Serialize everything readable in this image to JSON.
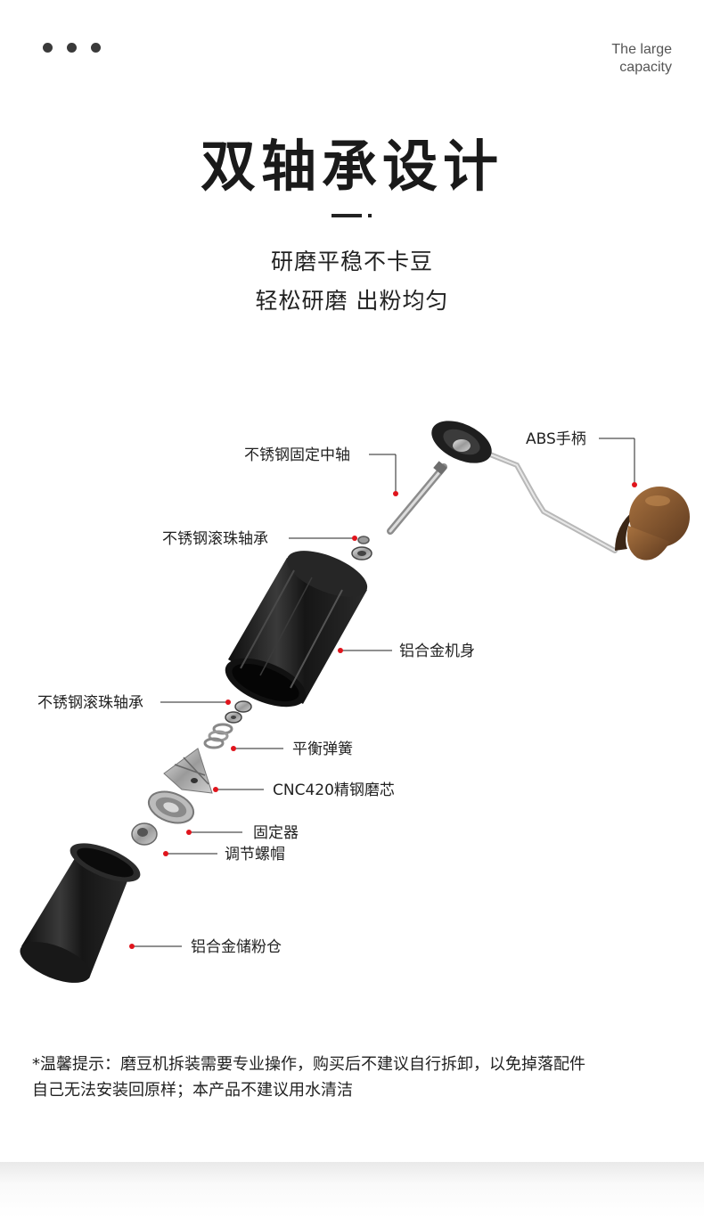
{
  "header": {
    "tagline_line1": "The large",
    "tagline_line2": "capacity"
  },
  "title": "双轴承设计",
  "subtitle_line1": "研磨平稳不卡豆",
  "subtitle_line2": "轻松研磨 出粉均匀",
  "parts": {
    "abs_handle": "ABS手柄",
    "steel_shaft": "不锈钢固定中轴",
    "bearing_top": "不锈钢滚珠轴承",
    "aluminum_body": "铝合金机身",
    "bearing_bottom": "不锈钢滚珠轴承",
    "spring": "平衡弹簧",
    "burr": "CNC420精钢磨芯",
    "fixer": "固定器",
    "adjust_nut": "调节螺帽",
    "powder_cup": "铝合金储粉仓"
  },
  "note_line1": "*温馨提示：磨豆机拆装需要专业操作，购买后不建议自行拆卸，以免掉落配件",
  "note_line2": "自己无法安装回原样；本产品不建议用水清洁",
  "colors": {
    "leader_dot": "#e0141c",
    "body_black": "#1c1c1c",
    "wood": "#8a5a33"
  }
}
